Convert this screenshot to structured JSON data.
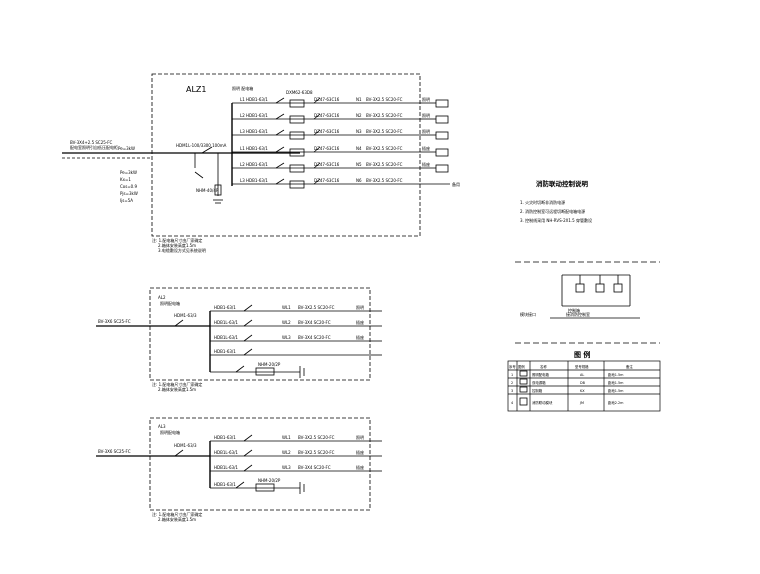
{
  "alz1": {
    "panel_label": "ALZ1",
    "panel_note": "照明 配电箱",
    "busbar_label": "DXM62-63D8",
    "incoming": {
      "line1": "BV-3X4+2.5 SC25-FC",
      "line2": "配电室照明引自低压配电柜",
      "line3": "Pe=3kW",
      "main_breaker": "HDM1L-100/3300 100mA",
      "spd": "NHM-40/4P"
    },
    "load_params": [
      "Pe=3kW",
      "Kx=1",
      "Cos=0.9",
      "Pjs=3kW",
      "Ijs=5A"
    ],
    "circuits": [
      {
        "breaker": "L1 HDB1-63/1",
        "device": "DZ47-63C16",
        "num": "N1",
        "cable": "BV-3X2.5 SC20-FC",
        "load": "照明"
      },
      {
        "breaker": "L2 HDB1-63/1",
        "device": "DZ47-63C16",
        "num": "N2",
        "cable": "BV-3X2.5 SC20-FC",
        "load": "照明"
      },
      {
        "breaker": "L3 HDB1-63/1",
        "device": "DZ47-63C16",
        "num": "N3",
        "cable": "BV-3X2.5 SC20-FC",
        "load": "照明"
      },
      {
        "breaker": "L1 HDB1-63/1",
        "device": "DZ47-63C16",
        "num": "N4",
        "cable": "BV-3X2.5 SC20-FC",
        "load": "插座"
      },
      {
        "breaker": "L2 HDB1-63/1",
        "device": "DZ47-63C16",
        "num": "N5",
        "cable": "BV-3X2.5 SC20-FC",
        "load": "插座"
      },
      {
        "breaker": "L3 HDB1-63/1",
        "device": "DZ47-63C16",
        "num": "N6",
        "cable": "BV-3X2.5 SC20-FC",
        "load": "备用"
      }
    ],
    "notes": [
      "注: 1.配电箱尺寸由厂家确定",
      "2.箱体安装高度1.5m",
      "3.电缆敷设方式见系统说明"
    ]
  },
  "box2": {
    "title": "AL2",
    "subtitle": "照明配电箱",
    "incoming_cable": "BV-3X6 SC25-FC",
    "main_breaker": "HDM1-63/3",
    "circuits": [
      {
        "breaker": "HDB1-63/1",
        "num": "WL1",
        "cable": "BV-3X2.5 SC20-FC",
        "load": "照明"
      },
      {
        "breaker": "HDB1L-63/1",
        "num": "WL2",
        "cable": "BV-3X4 SC20-FC",
        "load": "插座"
      },
      {
        "breaker": "HDB1L-63/1",
        "num": "WL3",
        "cable": "BV-3X4 SC20-FC",
        "load": "插座"
      },
      {
        "breaker": "HDB1-63/1",
        "num": "",
        "cable": "",
        "load": ""
      }
    ],
    "spd": "NHM-20/2P",
    "notes": [
      "注: 1.配电箱尺寸由厂家确定",
      "2.箱体安装高度1.5m"
    ]
  },
  "box3": {
    "title": "AL3",
    "subtitle": "照明配电箱",
    "incoming_cable": "BV-3X6 SC25-FC",
    "main_breaker": "HDM1-63/3",
    "circuits": [
      {
        "breaker": "HDB1-63/1",
        "num": "WL1",
        "cable": "BV-3X2.5 SC20-FC",
        "load": "照明"
      },
      {
        "breaker": "HDB1L-63/1",
        "num": "WL2",
        "cable": "BV-3X2.5 SC20-FC",
        "load": "插座"
      },
      {
        "breaker": "HDB1L-63/1",
        "num": "WL3",
        "cable": "BV-3X4 SC20-FC",
        "load": "插座"
      },
      {
        "breaker": "HDB1-63/1",
        "num": "",
        "cable": "",
        "load": ""
      }
    ],
    "spd": "NHM-20/2P",
    "notes": [
      "注: 1.配电箱尺寸由厂家确定",
      "2.箱体安装高度1.5m"
    ]
  },
  "explanation": {
    "title": "消防联动控制说明",
    "lines": [
      "1. 火灾时切断非消防电源",
      "2. 消防控制室可远程切断配电箱电源",
      "3. 控制线采用 NH-RVS-2X1.5 穿管敷设"
    ]
  },
  "detail": {
    "label1": "控制箱",
    "label2": "模块接口",
    "label3": "接消防控制室"
  },
  "legend": {
    "title": "图 例",
    "headers": [
      "序号",
      "图例",
      "名称",
      "型号规格",
      "备注"
    ],
    "rows": [
      [
        "1",
        "照明配电箱",
        "AL",
        "距地1.5m"
      ],
      [
        "2",
        "双电源箱",
        "DB",
        "距地1.5m"
      ],
      [
        "3",
        "控制箱",
        "KX",
        "距地1.5m"
      ],
      [
        "4",
        "消防联动模块",
        "JM",
        "距地2.2m"
      ]
    ]
  }
}
